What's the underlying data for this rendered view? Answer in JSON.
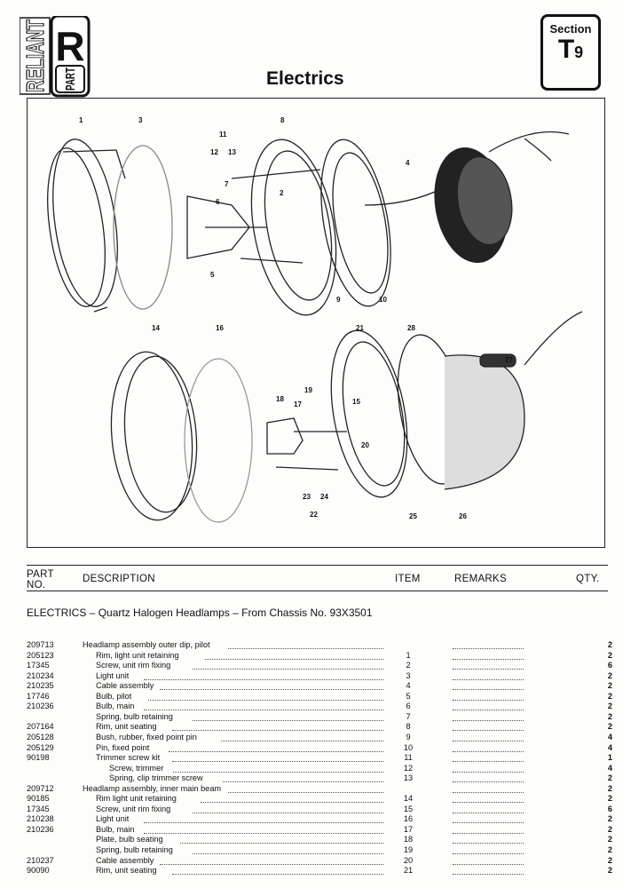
{
  "header": {
    "brand": "RELIANT",
    "logo_letter": "R",
    "logo_sub": "PART",
    "title": "Electrics",
    "section_label": "Section",
    "section_letter": "T",
    "section_number": "9"
  },
  "diagram": {
    "callouts": [
      "1",
      "3",
      "8",
      "11",
      "12",
      "13",
      "7",
      "6",
      "2",
      "5",
      "4",
      "9",
      "10",
      "14",
      "16",
      "21",
      "28",
      "27",
      "19",
      "18",
      "17",
      "15",
      "20",
      "23",
      "24",
      "22",
      "25",
      "26"
    ]
  },
  "table": {
    "columns": {
      "part_no": "PART NO.",
      "description": "DESCRIPTION",
      "item": "ITEM",
      "remarks": "REMARKS",
      "qty": "QTY."
    },
    "subtitle": "ELECTRICS – Quartz Halogen Headlamps – From Chassis No. 93X3501",
    "rows": [
      {
        "part": "209713",
        "desc": "Headlamp assembly outer dip, pilot",
        "level": 0,
        "item": "",
        "qty": "2"
      },
      {
        "part": "205123",
        "desc": "Rim, light unit retaining",
        "level": 1,
        "item": "1",
        "qty": "2"
      },
      {
        "part": "17345",
        "desc": "Screw, unit rim fixing",
        "level": 1,
        "item": "2",
        "qty": "6"
      },
      {
        "part": "210234",
        "desc": "Light unit",
        "level": 1,
        "item": "3",
        "qty": "2"
      },
      {
        "part": "210235",
        "desc": "Cable assembly",
        "level": 1,
        "item": "4",
        "qty": "2"
      },
      {
        "part": "17746",
        "desc": "Bulb, pilot",
        "level": 1,
        "item": "5",
        "qty": "2"
      },
      {
        "part": "210236",
        "desc": "Bulb, main",
        "level": 1,
        "item": "6",
        "qty": "2"
      },
      {
        "part": "",
        "desc": "Spring, bulb retaining",
        "level": 1,
        "item": "7",
        "qty": "2"
      },
      {
        "part": "207164",
        "desc": "Rim, unit seating",
        "level": 1,
        "item": "8",
        "qty": "2"
      },
      {
        "part": "205128",
        "desc": "Bush, rubber, fixed point pin",
        "level": 1,
        "item": "9",
        "qty": "4"
      },
      {
        "part": "205129",
        "desc": "Pin, fixed point",
        "level": 1,
        "item": "10",
        "qty": "4"
      },
      {
        "part": "90198",
        "desc": "Trimmer screw kit",
        "level": 1,
        "item": "11",
        "qty": "1"
      },
      {
        "part": "",
        "desc": "Screw, trimmer",
        "level": 2,
        "item": "12",
        "qty": "4"
      },
      {
        "part": "",
        "desc": "Spring, clip trimmer screw",
        "level": 2,
        "item": "13",
        "qty": "2"
      },
      {
        "part": "209712",
        "desc": "Headlamp assembly, inner main beam",
        "level": 0,
        "item": "",
        "qty": "2"
      },
      {
        "part": "90185",
        "desc": "Rim light unit retaining",
        "level": 1,
        "item": "14",
        "qty": "2"
      },
      {
        "part": "17345",
        "desc": "Screw, unit rim fixing",
        "level": 1,
        "item": "15",
        "qty": "6"
      },
      {
        "part": "210238",
        "desc": "Light unit",
        "level": 1,
        "item": "16",
        "qty": "2"
      },
      {
        "part": "210236",
        "desc": "Bulb, main",
        "level": 1,
        "item": "17",
        "qty": "2"
      },
      {
        "part": "",
        "desc": "Plate, bulb seating",
        "level": 1,
        "item": "18",
        "qty": "2"
      },
      {
        "part": "",
        "desc": "Spring, bulb retaining",
        "level": 1,
        "item": "19",
        "qty": "2"
      },
      {
        "part": "210237",
        "desc": "Cable assembly",
        "level": 1,
        "item": "20",
        "qty": "2"
      },
      {
        "part": "90090",
        "desc": "Rim, unit seating",
        "level": 1,
        "item": "21",
        "qty": "2"
      }
    ]
  }
}
